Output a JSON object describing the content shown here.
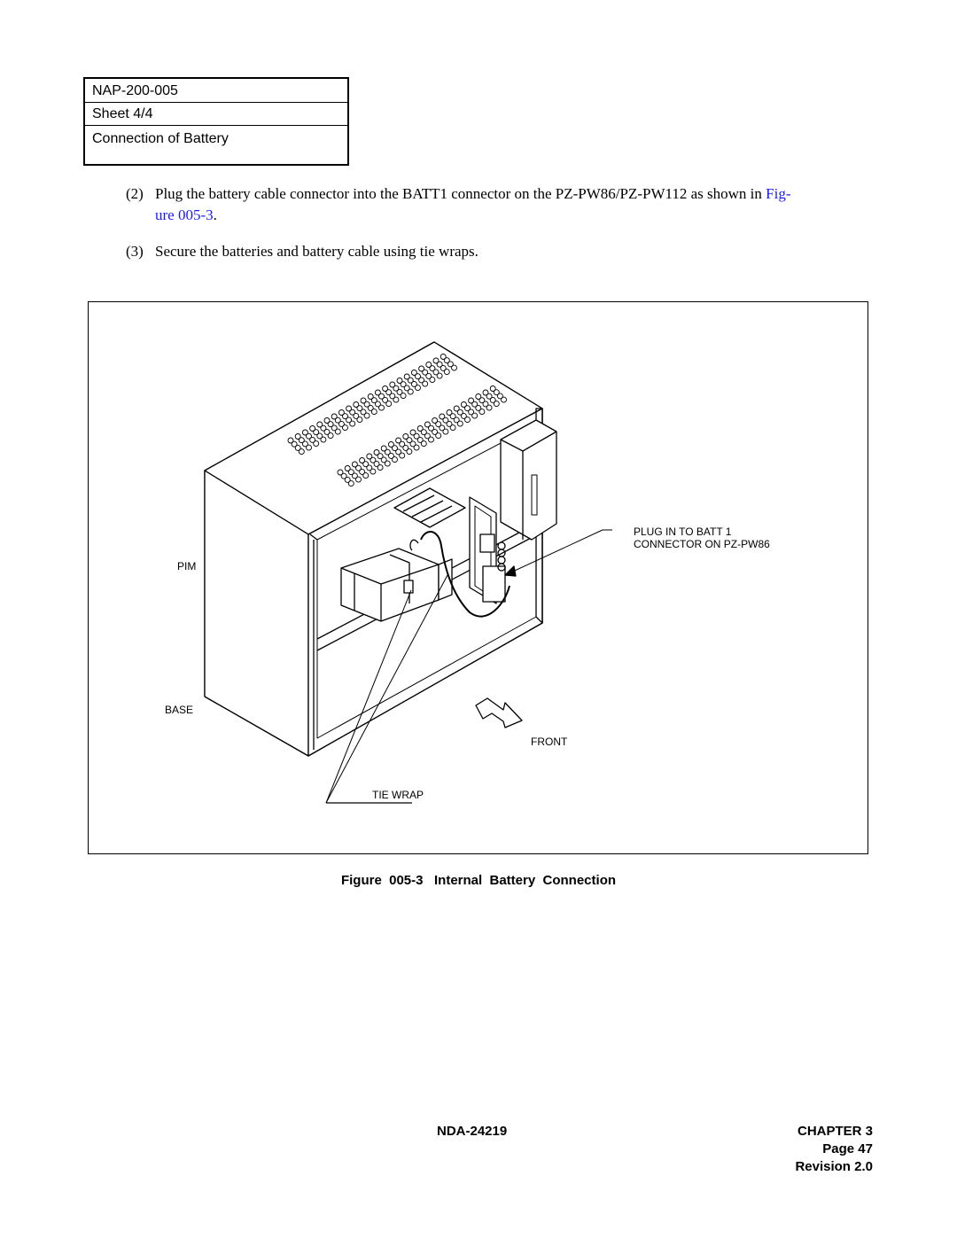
{
  "header_box": {
    "doc_id": "NAP-200-005",
    "sheet": "Sheet 4/4",
    "title": "Connection of Battery"
  },
  "steps": [
    {
      "number": "(2)",
      "text_line1": "Plug the battery cable connector into the BATT1 connector on the PZ-PW86/PZ-PW112 as shown in ",
      "link_part1": "Fig-",
      "link_part2": "ure 005-3",
      "text_end": "."
    },
    {
      "number": "(3)",
      "text": "Secure the batteries and battery cable using tie wraps."
    }
  ],
  "figure": {
    "labels": {
      "plug_line1": "PLUG IN TO BATT 1",
      "plug_line2": "CONNECTOR ON PZ-PW86",
      "pim": "PIM",
      "base": "BASE",
      "front": "FRONT",
      "tie_wrap": "TIE WRAP"
    },
    "caption": "Figure  005-3   Internal  Battery  Connection"
  },
  "footer": {
    "doc_number": "NDA-24219",
    "chapter": "CHAPTER 3",
    "page": "Page 47",
    "revision": "Revision 2.0"
  },
  "colors": {
    "link": "#1a1aff"
  }
}
